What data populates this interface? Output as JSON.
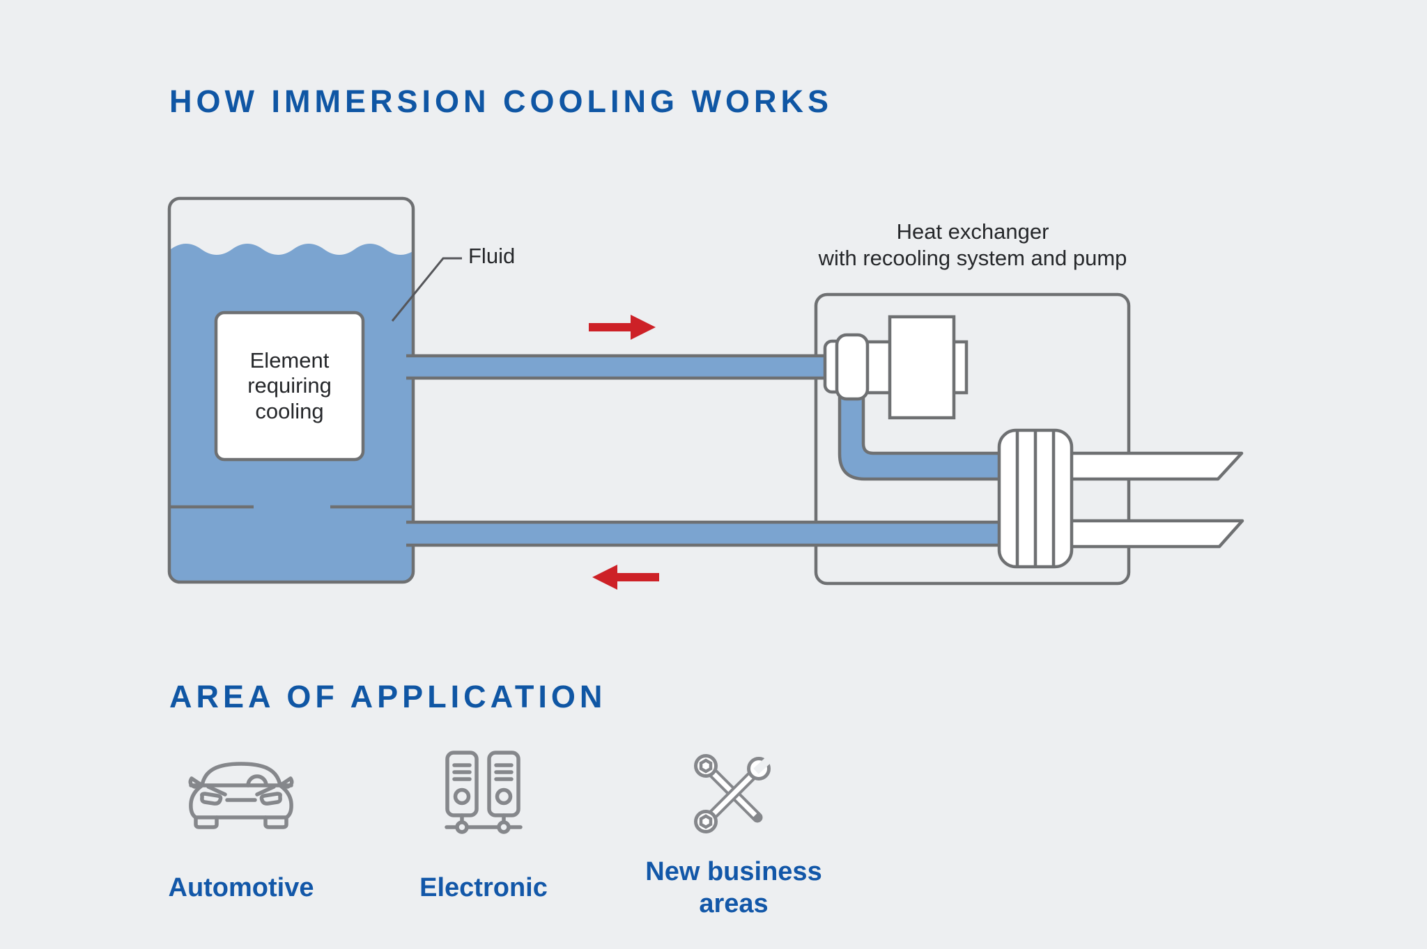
{
  "page": {
    "background": "#edeff1"
  },
  "section_how": {
    "title": "HOW IMMERSION COOLING WORKS"
  },
  "diagram": {
    "fluid_label": "Fluid",
    "element_label": "Element\nrequiring\ncooling",
    "heat_exchanger_label": "Heat exchanger\nwith recooling system and pump"
  },
  "section_area": {
    "title": "AREA OF APPLICATION"
  },
  "applications": [
    {
      "icon": "car-icon",
      "label": "Automotive"
    },
    {
      "icon": "server-icon",
      "label": "Electronic"
    },
    {
      "icon": "tools-icon",
      "label": "New business\nareas"
    }
  ],
  "colors": {
    "background": "#edeff1",
    "heading_blue": "#0f56a4",
    "label_blue": "#1257a8",
    "fluid_blue": "#7ba4d0",
    "outline_gray": "#6e7072",
    "arrow_red": "#cd2127",
    "icon_gray": "#85878b",
    "text_dark": "#25272a"
  }
}
